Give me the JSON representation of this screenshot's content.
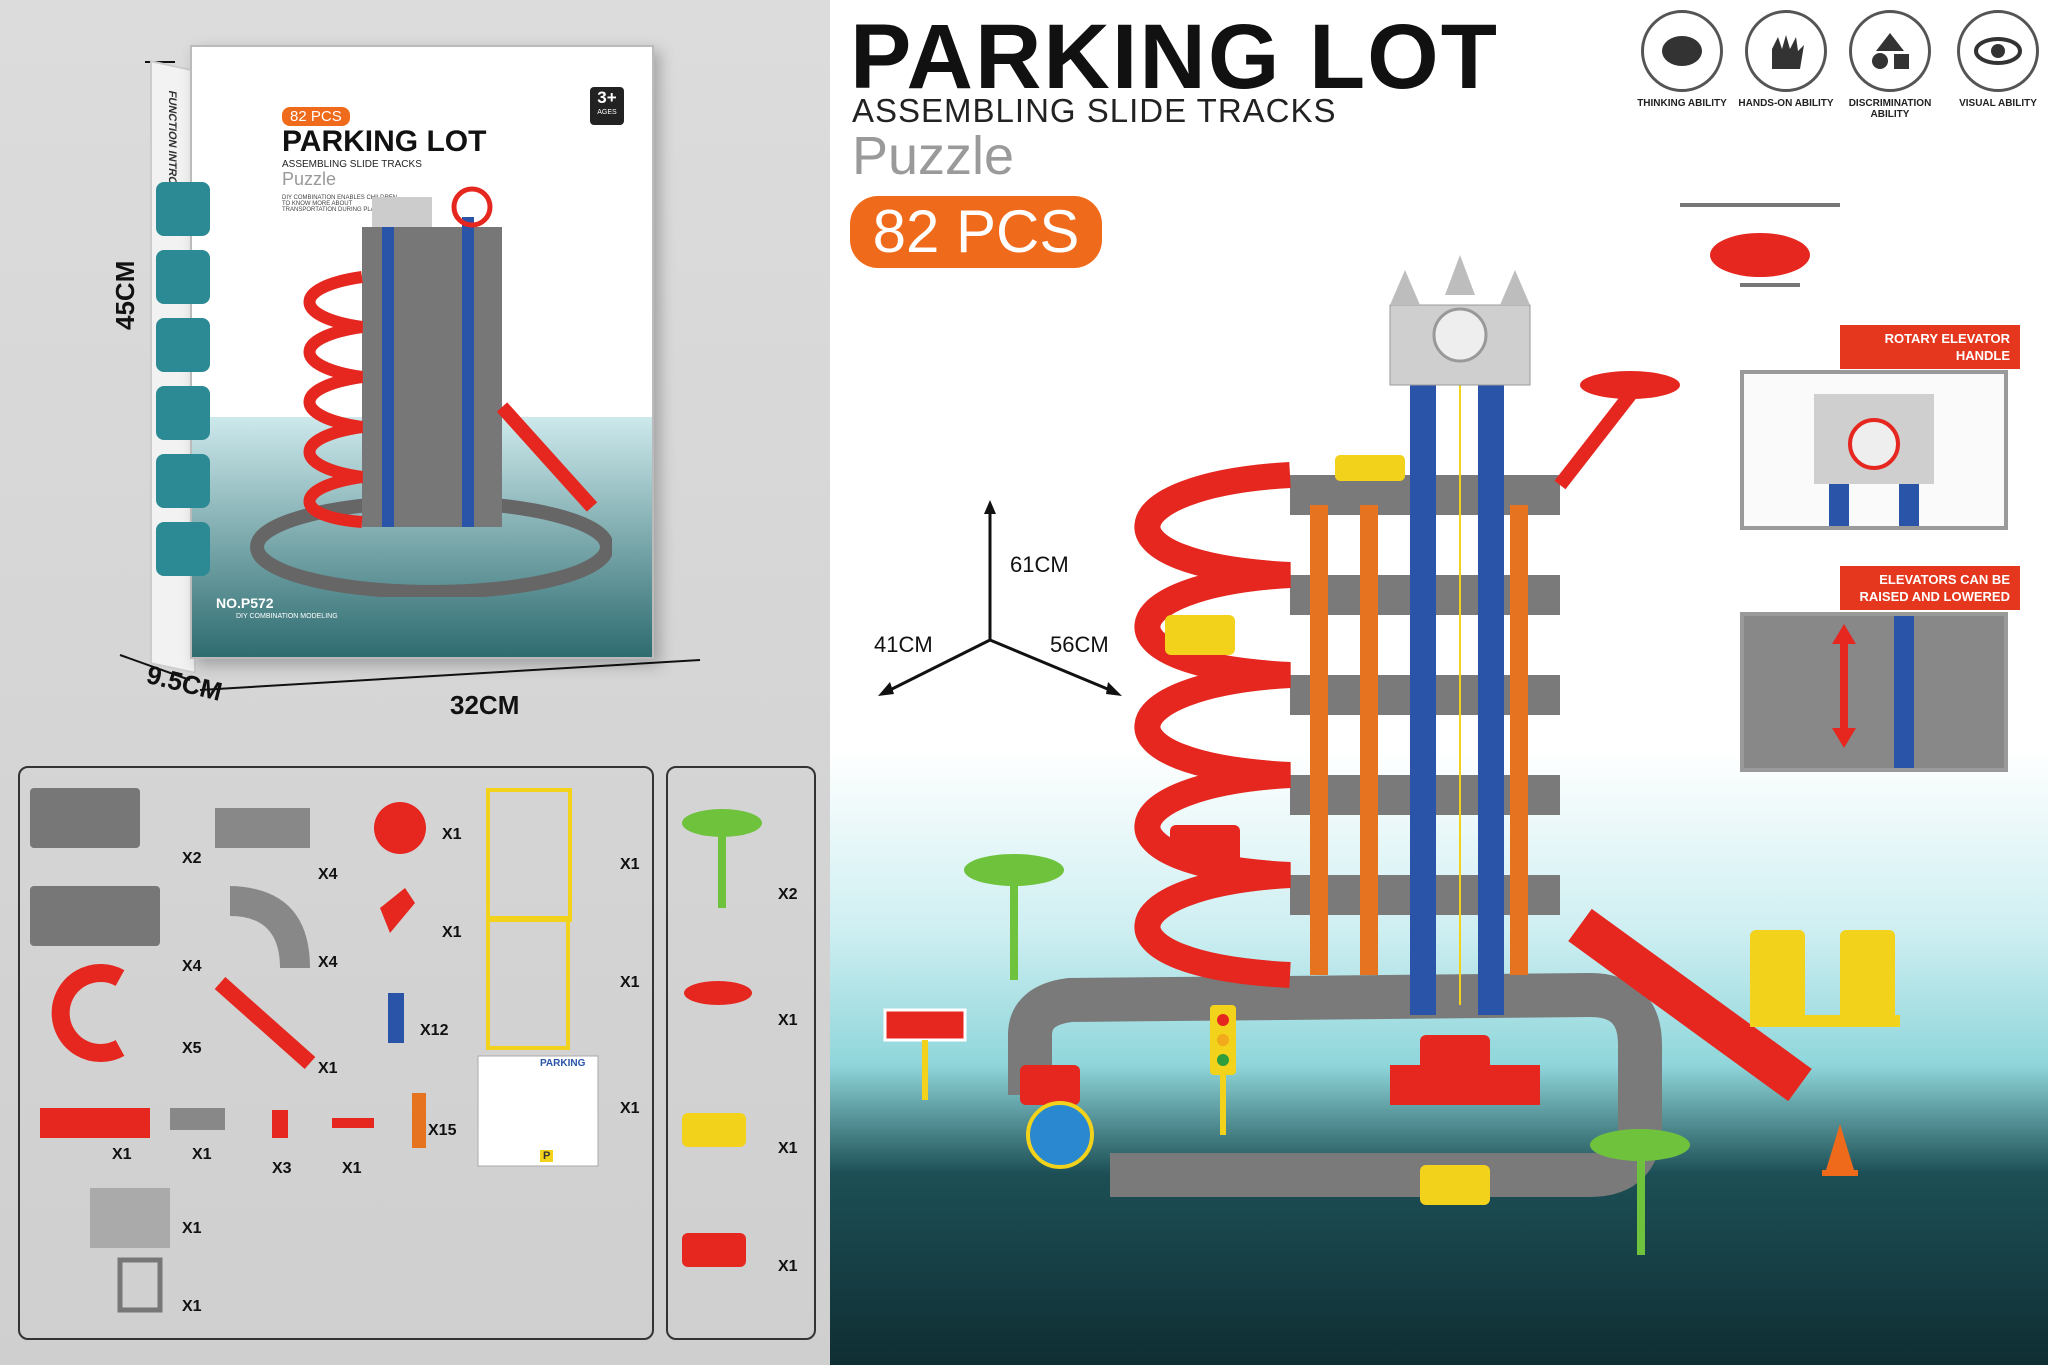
{
  "package": {
    "height": "45CM",
    "depth": "9.5CM",
    "width": "32CM",
    "pcs": "82 PCS",
    "title": "PARKING LOT",
    "subtitle": "ASSEMBLING SLIDE TRACKS",
    "puzzle": "Puzzle",
    "ages": "3+",
    "ages_label": "AGES",
    "function_intro": "FUNCTION INTRODUCTION",
    "description": "DIY COMBINATION ENABLES CHILDREN TO KNOW MORE ABOUT TRANSPORTATION DURING PLAY",
    "model_no": "NO.P572",
    "modeling": "DIY COMBINATION MODELING"
  },
  "parts": [
    {
      "id": "floor-plate",
      "qty": "X2"
    },
    {
      "id": "straight-track",
      "qty": "X4"
    },
    {
      "id": "helipad",
      "qty": "X1"
    },
    {
      "id": "yellow-sprue-1",
      "qty": "X1"
    },
    {
      "id": "floor-plate-large",
      "qty": "X4"
    },
    {
      "id": "curve-track",
      "qty": "X4"
    },
    {
      "id": "red-ramp-small",
      "qty": "X1"
    },
    {
      "id": "yellow-sprue-2",
      "qty": "X1"
    },
    {
      "id": "spiral-ramp",
      "qty": "X5"
    },
    {
      "id": "red-slide",
      "qty": "X1"
    },
    {
      "id": "elevator-pillar",
      "qty": "X12"
    },
    {
      "id": "sticker-sheet",
      "qty": "X1"
    },
    {
      "id": "red-base",
      "qty": "X1"
    },
    {
      "id": "gray-ramp",
      "qty": "X1"
    },
    {
      "id": "red-clip",
      "qty": "X3"
    },
    {
      "id": "red-connector",
      "qty": "X1"
    },
    {
      "id": "orange-column",
      "qty": "X15"
    },
    {
      "id": "castle-top",
      "qty": "X1"
    },
    {
      "id": "elevator-frame",
      "qty": "X1"
    }
  ],
  "accessories": [
    {
      "id": "palm-tree",
      "qty": "X2"
    },
    {
      "id": "helicopter",
      "qty": "X1"
    },
    {
      "id": "yellow-car",
      "qty": "X1"
    },
    {
      "id": "red-car",
      "qty": "X1"
    }
  ],
  "sticker": {
    "label": "PARKING",
    "p": "P"
  },
  "hero": {
    "title": "PARKING LOT",
    "subtitle": "ASSEMBLING SLIDE TRACKS",
    "puzzle": "Puzzle",
    "pcs": "82 PCS"
  },
  "abilities": [
    {
      "label": "THINKING ABILITY",
      "icon": "brain-icon"
    },
    {
      "label": "HANDS-ON ABILITY",
      "icon": "hand-icon"
    },
    {
      "label": "DISCRIMINATION ABILITY",
      "icon": "shapes-icon"
    },
    {
      "label": "VISUAL ABILITY",
      "icon": "eye-icon"
    }
  ],
  "dimensions": {
    "height": "61CM",
    "depth": "41CM",
    "width": "56CM"
  },
  "features": [
    {
      "label": "ROTARY ELEVATOR HANDLE"
    },
    {
      "label": "ELEVATORS CAN BE RAISED AND LOWERED"
    }
  ],
  "colors": {
    "brand_orange": "#ef6a1a",
    "track_red": "#e5271f",
    "elevator_blue": "#2a54a8",
    "pillar_orange": "#e6731f",
    "floor_gray": "#7a7a7a",
    "car_yellow": "#f2d21b"
  }
}
